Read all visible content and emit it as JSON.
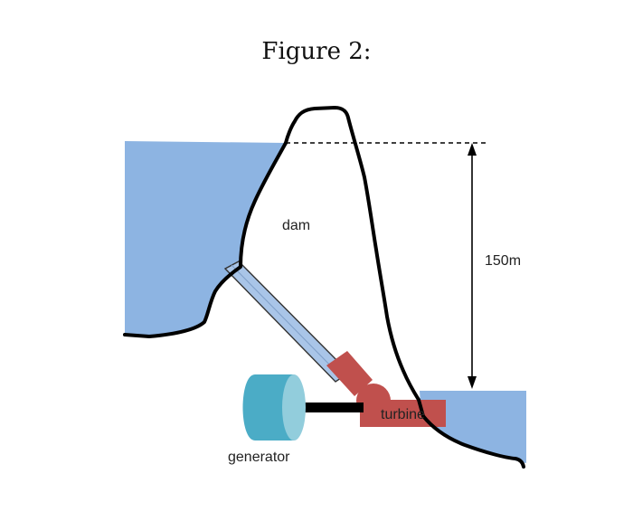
{
  "figure": {
    "caption": "Figure 2:",
    "labels": {
      "dam": "dam",
      "height": "150m",
      "turbine": "turbine",
      "generator": "generator"
    }
  },
  "colors": {
    "water": "#8db4e2",
    "pipe": "#a9c5e8",
    "turbine": "#c0504d",
    "generator_side": "#4bacc6",
    "generator_face": "#92cddc",
    "shaft": "#000000",
    "outline": "#000000"
  }
}
